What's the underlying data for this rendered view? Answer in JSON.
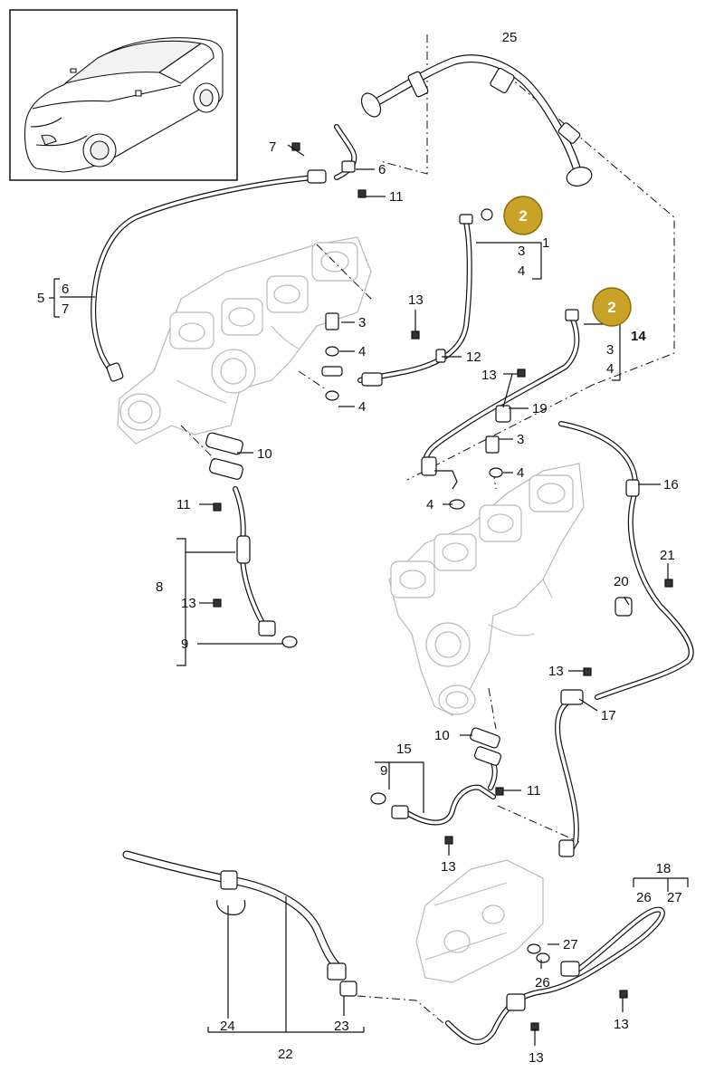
{
  "labels": {
    "l1": "1",
    "l3a": "3",
    "l4a": "4",
    "l2a": "2",
    "l2b": "2",
    "l14": "14",
    "l3b": "3",
    "l4b": "4",
    "l25": "25",
    "l7top": "7",
    "l6top": "6",
    "l11top": "11",
    "l5": "5",
    "l6left": "6",
    "l7left": "7",
    "l3c": "3",
    "l4c": "4",
    "l4d": "4",
    "l13a": "13",
    "l12": "12",
    "l13b": "13",
    "l19": "19",
    "l3d": "3",
    "l4e": "4",
    "l4f": "4",
    "l10a": "10",
    "l11a": "11",
    "l16": "16",
    "l8": "8",
    "l13c": "13",
    "l9a": "9",
    "l21": "21",
    "l20": "20",
    "l13d": "13",
    "l17": "17",
    "l10b": "10",
    "l15": "15",
    "l9b": "9",
    "l11b": "11",
    "l13e": "13",
    "l18": "18",
    "l26a": "26",
    "l27a": "27",
    "l27b": "27",
    "l26b": "26",
    "l13f": "13",
    "l24": "24",
    "l23": "23",
    "l22": "22",
    "l13g": "13"
  },
  "colors": {
    "badge_fill": "#c9a227",
    "badge_stroke": "#8a6d10",
    "line": "#111111",
    "ghost": "#b9b9b9"
  }
}
